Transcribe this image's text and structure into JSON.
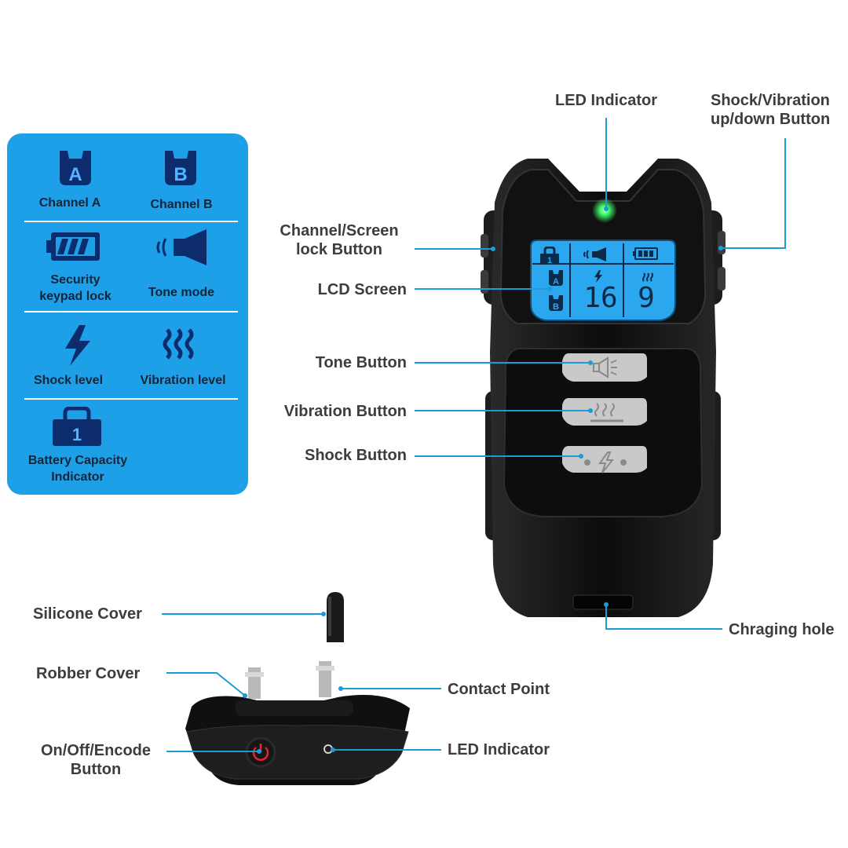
{
  "legend": {
    "channel_a": {
      "glyph": "A",
      "caption": "Channel A"
    },
    "channel_b": {
      "glyph": "B",
      "caption": "Channel B"
    },
    "security_keypad_lock": {
      "caption_line1": "Security",
      "caption_line2": "keypad lock"
    },
    "tone_mode": {
      "caption": "Tone mode"
    },
    "shock_level": {
      "caption": "Shock level"
    },
    "vibration_level": {
      "caption": "Vibration level"
    },
    "battery_capacity": {
      "glyph": "1",
      "caption_line1": "Battery Capacity",
      "caption_line2": "Indicator"
    }
  },
  "transmitter_labels": {
    "led_indicator": "LED Indicator",
    "shock_vibration_updown_line1": "Shock/Vibration",
    "shock_vibration_updown_line2": "up/down Button",
    "channel_screen_lock_line1": "Channel/Screen",
    "channel_screen_lock_line2": "lock Button",
    "lcd_screen": "LCD Screen",
    "tone_button": "Tone Button",
    "vibration_button": "Vibration Button",
    "shock_button": "Shock Button",
    "charging_hole": "Chraging hole"
  },
  "lcd": {
    "shock_value": "16",
    "vibration_value": "9",
    "channel_a_glyph": "A",
    "channel_b_glyph": "B",
    "lock_glyph": "1"
  },
  "receiver_labels": {
    "silicone_cover": "Silicone Cover",
    "robber_cover": "Robber Cover",
    "on_off_encode_line1": "On/Off/Encode",
    "on_off_encode_line2": "Button",
    "contact_point": "Contact Point",
    "led_indicator": "LED Indicator"
  },
  "colors": {
    "legend_bg": "#1ea0e8",
    "leader_line": "#1e9ad6",
    "lcd_bg": "#2aa7ee",
    "led_green": "#3dff6a",
    "device_body": "#151515",
    "power_red": "#e0262a"
  }
}
